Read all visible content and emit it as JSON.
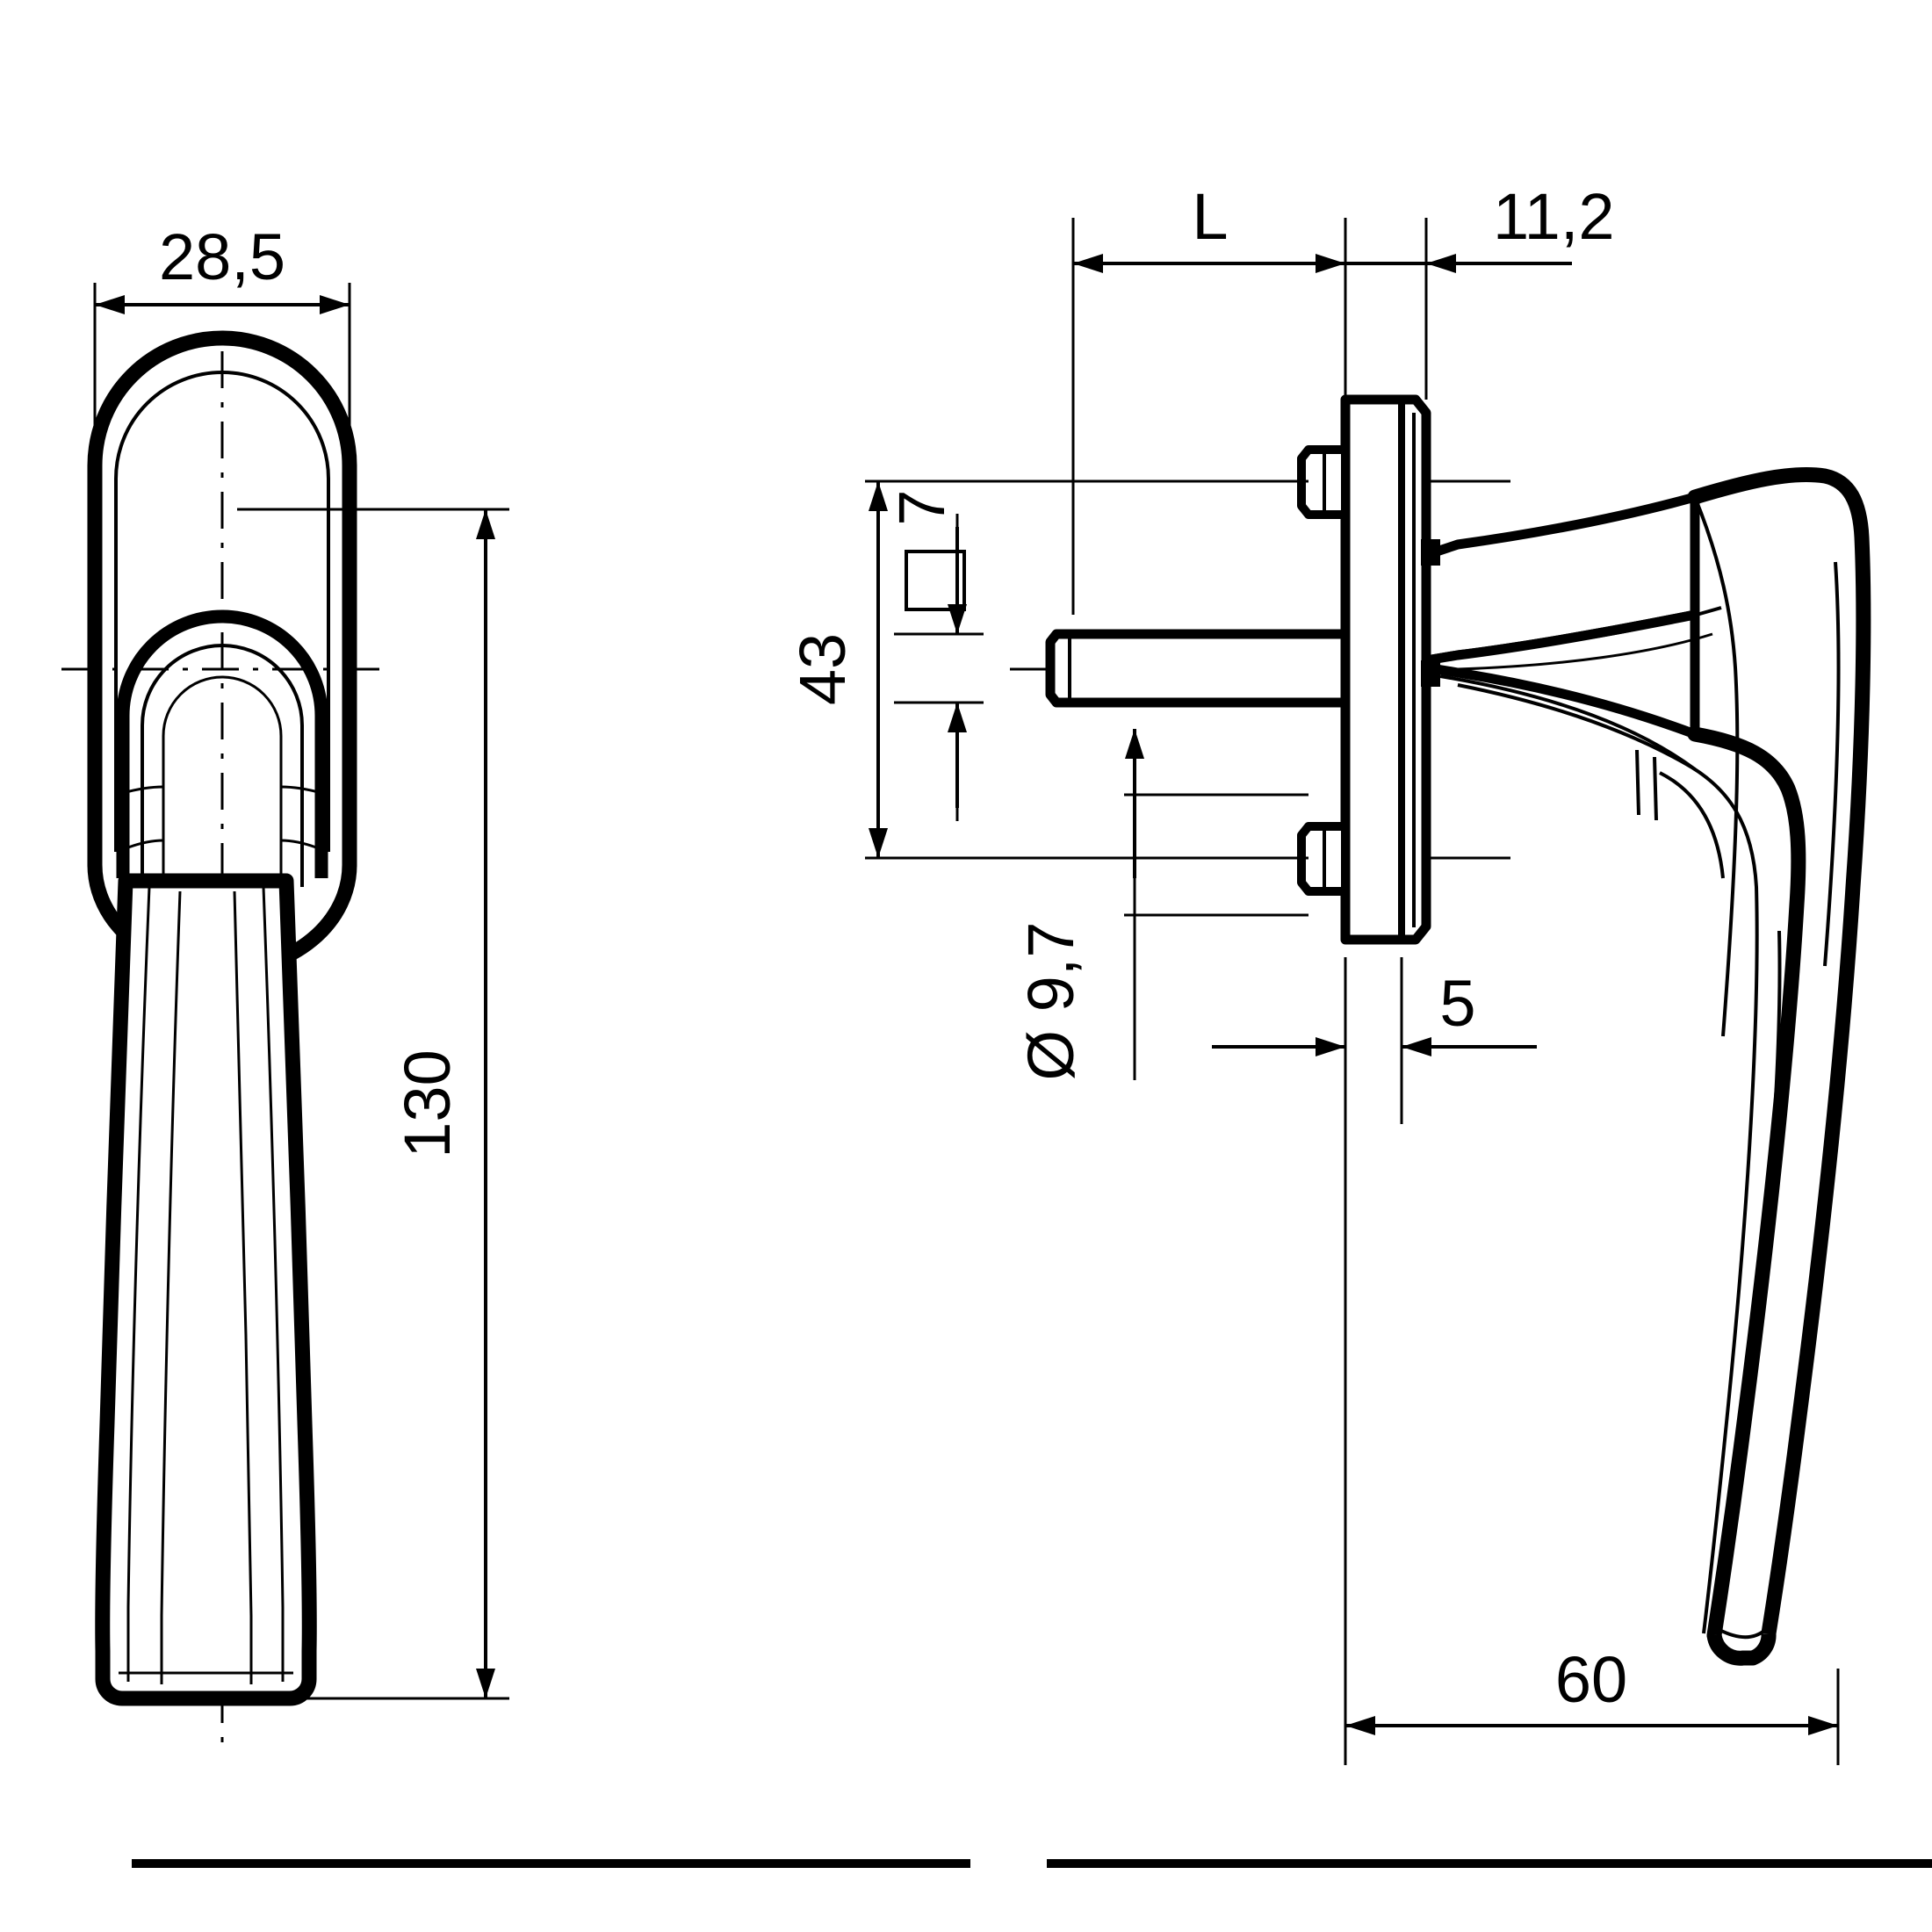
{
  "drawing": {
    "type": "technical-drawing",
    "subject": "window-handle",
    "units": "mm",
    "background_color": "#ffffff",
    "line_color": "#000000",
    "views": [
      {
        "id": "front-view",
        "name": "Front view (handle seen from face)",
        "position": "left"
      },
      {
        "id": "side-view",
        "name": "Side view (handle with rosette and spindle)",
        "position": "right"
      }
    ]
  },
  "dimensions": {
    "front": {
      "width_label": "28,5",
      "height_label": "130"
    },
    "side": {
      "spindle_length_label": "L",
      "rosette_thickness_label": "11,2",
      "screw_spacing_label": "43",
      "spindle_square_label": "7",
      "screw_hole_diameter_label": "Ø 9,7",
      "offset_label": "5",
      "projection_label": "60"
    }
  },
  "symbols": {
    "square_symbol": "square-symbol",
    "diameter_symbol": "Ø"
  },
  "footer": {
    "rule_left": "footer-rule-left",
    "rule_right": "footer-rule-right"
  }
}
